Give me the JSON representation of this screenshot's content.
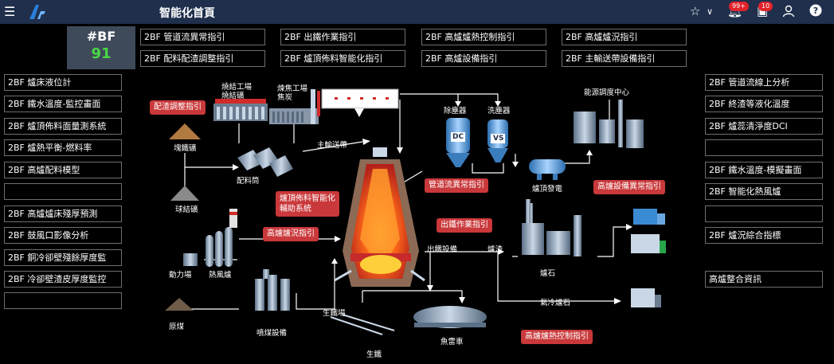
{
  "header": {
    "title": "智能化首頁",
    "notifications_count": "99+",
    "messages_count": "10"
  },
  "bf": {
    "label": "#BF",
    "value": "91"
  },
  "top_buttons": [
    "2BF 管道流異常指引",
    "2BF 出鐵作業指引",
    "2BF 高爐爐熱控制指引",
    "2BF 高爐爐況指引",
    "2BF 配料配渣調整指引",
    "2BF 爐頂佈料智能化指引",
    "2BF 高爐設備指引",
    "2BF 主輸送帶設備指引"
  ],
  "left_buttons": [
    "2BF 爐床液位計",
    "2BF 鐵水溫度-監控畫面",
    "2BF 爐頂佈料面量測系統",
    "2BF 爐熱平衡-燃料率",
    "2BF 高爐配料模型",
    "",
    "2BF 高爐爐床殘厚預測",
    "2BF 鼓風口影像分析",
    "2BF 銅冷卻壁殘餘厚度監",
    "2BF 冷卻壁渣皮厚度監控",
    ""
  ],
  "right_buttons": [
    "2BF 管道流線上分析",
    "2BF 終渣等液化溫度",
    "2BF 爐蕊清淨度DCI",
    "",
    "2BF 鐵水溫度-模擬畫面",
    "2BF 智能化熱風爐",
    "",
    "2BF 爐況綜合指標",
    "高爐整合資訊"
  ],
  "callouts": {
    "blend_adjust": "配渣調整指引",
    "burden_top": "爐頂佈料智能化\n輔助系統",
    "bf_condition": "高爐爐況指引",
    "pipe_flow": "管道流異常指引",
    "tapping": "出鐵作業指引",
    "equipment": "高爐設備異常指引",
    "heat_control": "高爐爐熱控制指引"
  },
  "diagram_labels": {
    "sinter_plant": "燒結工場\n燒結礦",
    "coke_plant": "煉焦工場\n焦炭",
    "lump_ore": "塊鐵礦",
    "pellet": "球結礦",
    "proportioning_bin": "配料筒",
    "main_conveyor": "主輸送帶",
    "dust_catcher": "除塵器",
    "scrubber": "洗塵器",
    "dc": "DC",
    "vs": "VS",
    "energy_center": "能源調度中心",
    "top_gas_power": "爐頂發電",
    "power_plant": "動力場",
    "hot_stove": "熱風爐",
    "raw_coal": "原煤",
    "pci_equipment": "噴煤設備",
    "cast_house": "生鐵場",
    "pig_iron": "生鐵",
    "tapping_equipment": "出鐵設備",
    "slag": "爐渣",
    "slag_stone": "爐石",
    "air_cooled_slag": "氣冷爐石",
    "torpedo_car": "魚雷車"
  }
}
